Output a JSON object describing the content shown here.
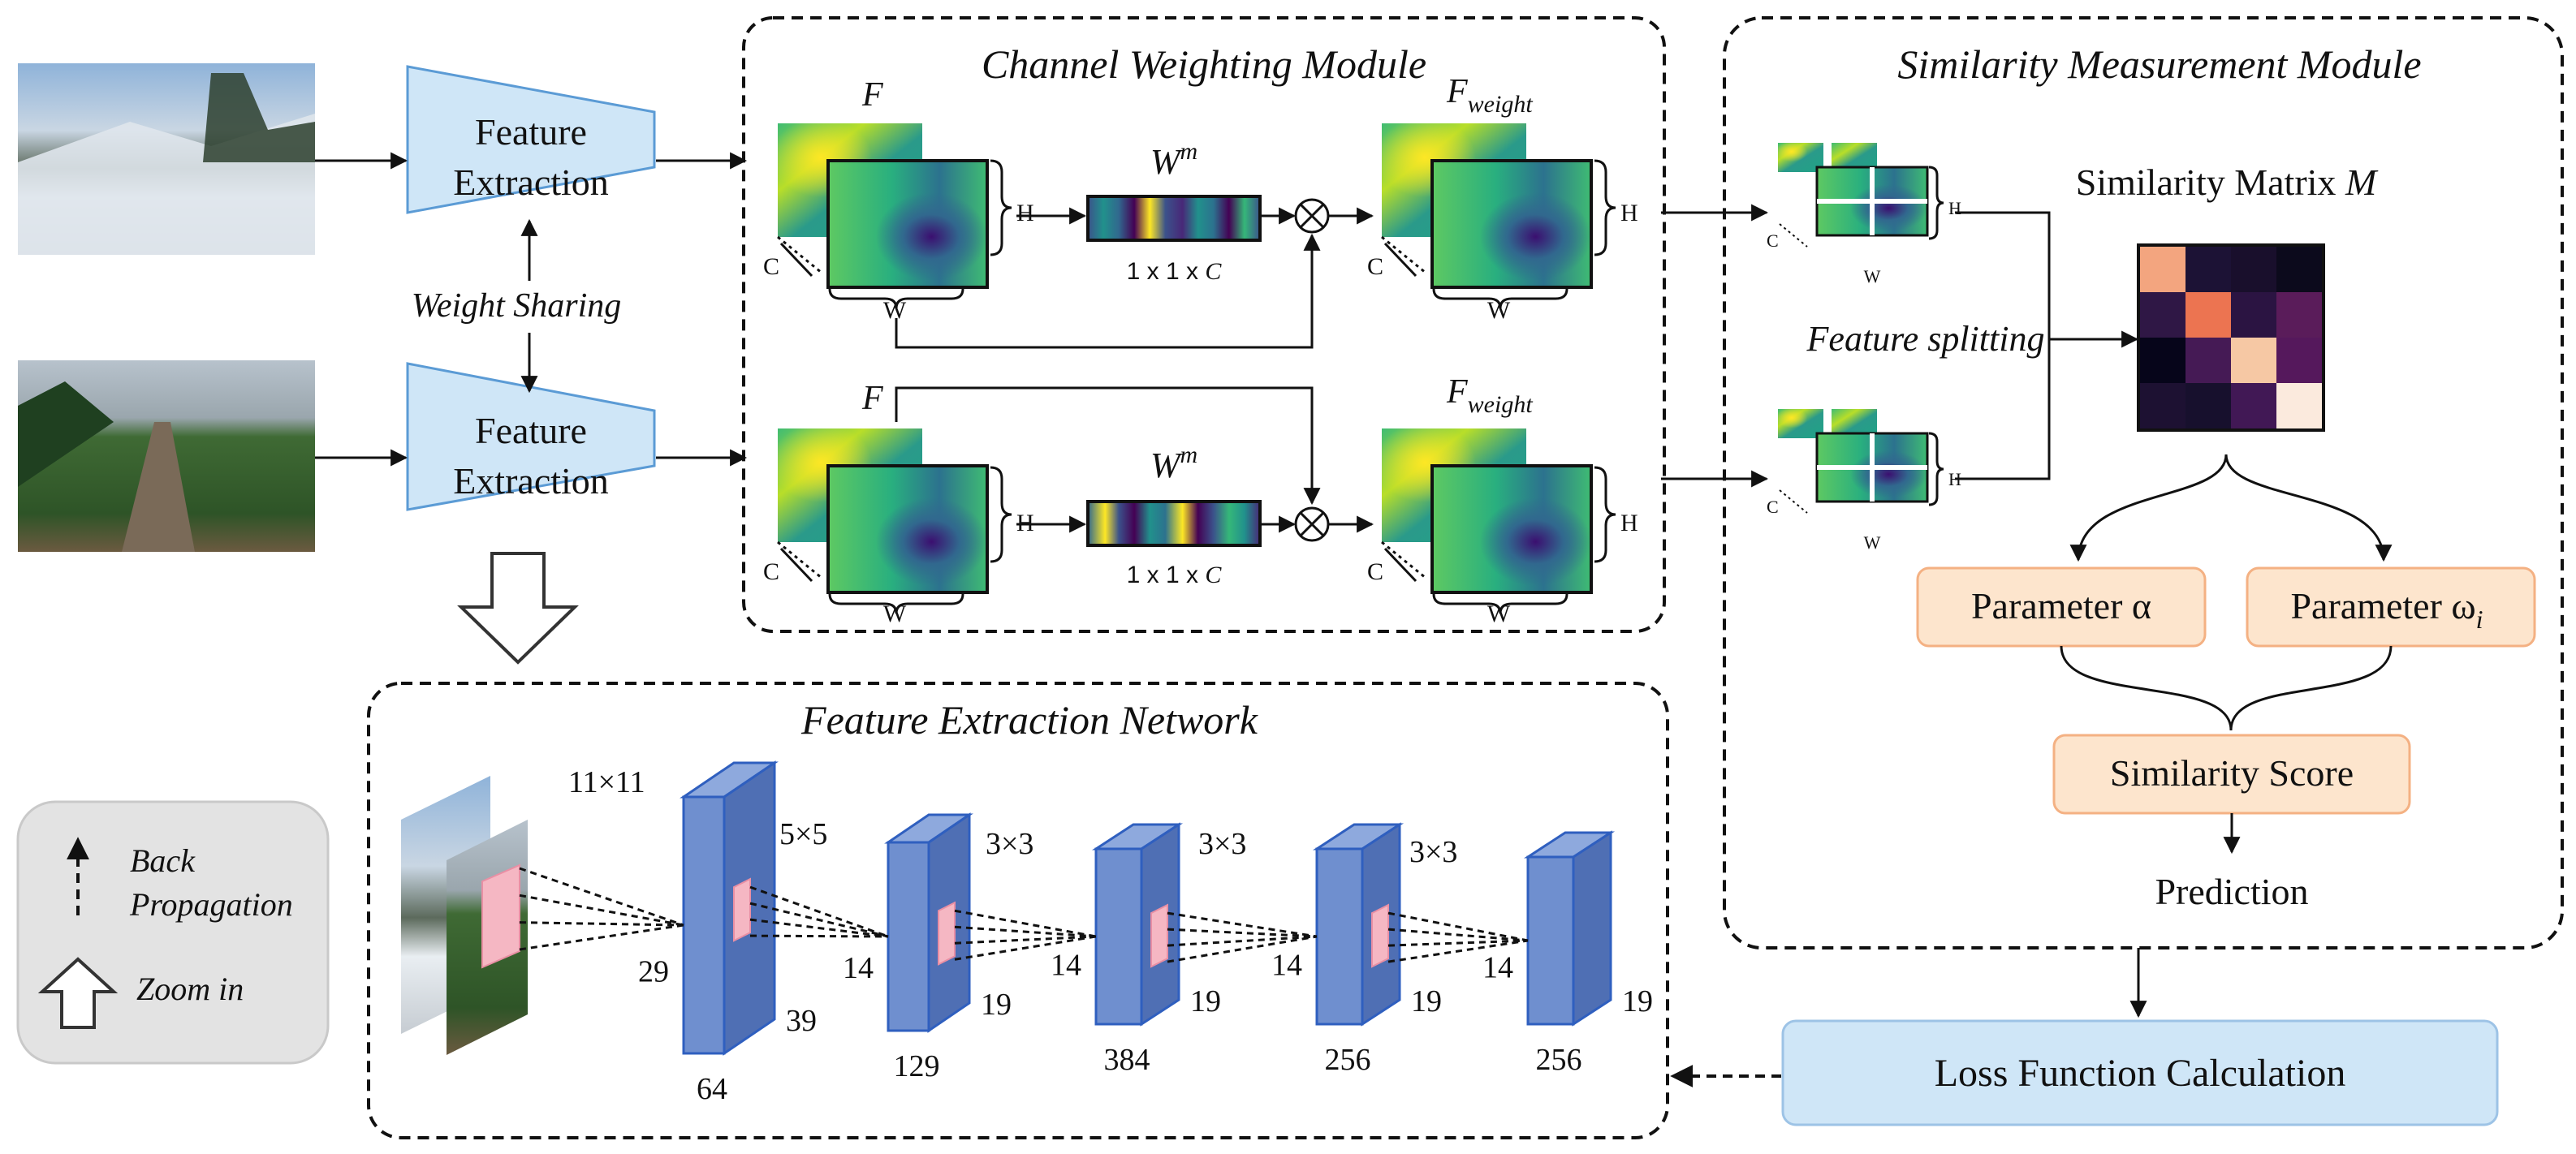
{
  "feature_extraction": {
    "label_line1": "Feature",
    "label_line2": "Extraction"
  },
  "weight_sharing": "Weight Sharing",
  "channel_module": {
    "title": "Channel Weighting Module",
    "f_label": "F",
    "f_weight_main": "F",
    "f_weight_sub": "weight",
    "wm_main": "W",
    "wm_sup": "m",
    "size_label": "1 x 1 x ",
    "size_c": "C",
    "dim_h": "H",
    "dim_w": "W",
    "dim_c": "C"
  },
  "similarity_module": {
    "title": "Similarity Measurement Module",
    "matrix_label": "Similarity Matrix ",
    "matrix_symbol": "M",
    "feature_splitting": "Feature splitting",
    "param_alpha": "Parameter α",
    "param_omega": "Parameter ω",
    "param_omega_sub": "i",
    "similarity_score": "Similarity Score",
    "prediction": "Prediction"
  },
  "loss": {
    "label": "Loss Function Calculation"
  },
  "legend": {
    "back_line1": "Back",
    "back_line2": "Propagation",
    "zoom": "Zoom in"
  },
  "network": {
    "title": "Feature Extraction Network",
    "kernels": [
      "11×11",
      "5×5",
      "3×3",
      "3×3",
      "3×3"
    ],
    "layers": [
      {
        "height": "29",
        "depth": "39",
        "channels": "64"
      },
      {
        "height": "14",
        "depth": "19",
        "channels": "129"
      },
      {
        "height": "14",
        "depth": "19",
        "channels": "384"
      },
      {
        "height": "14",
        "depth": "19",
        "channels": "256"
      },
      {
        "height": "14",
        "depth": "19",
        "channels": "256"
      }
    ]
  },
  "similarity_matrix_colors": [
    [
      "#f3a57f",
      "#1c1235",
      "#190f2c",
      "#0c0a1c"
    ],
    [
      "#2f1745",
      "#ec7451",
      "#2b1442",
      "#5a1c5a"
    ],
    [
      "#06051a",
      "#451a55",
      "#f6c8a4",
      "#55185c"
    ],
    [
      "#1d1132",
      "#17102d",
      "#411855",
      "#fbeadd"
    ]
  ],
  "colors": {
    "feature_box": "#cfe6f7",
    "param_box": "#fde5cd",
    "cube_front": "#6f8fcf",
    "cube_side": "#4f6fb4",
    "kernel": "#f5b7c3"
  }
}
